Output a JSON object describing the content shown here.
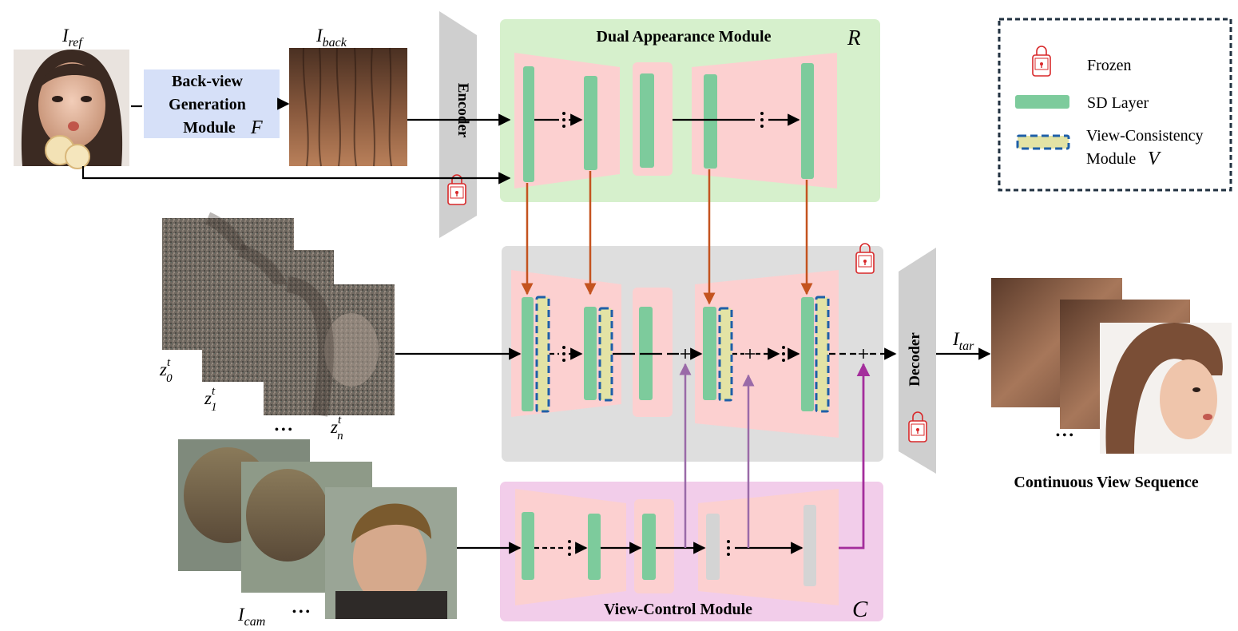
{
  "labels": {
    "i_ref": {
      "base": "I",
      "sub": "ref"
    },
    "i_back": {
      "base": "I",
      "sub": "back"
    },
    "i_tar": {
      "base": "I",
      "sub": "tar"
    },
    "i_cam": {
      "base": "I",
      "sub": "cam"
    },
    "z0": {
      "base": "z",
      "sub": "0",
      "sup": "t"
    },
    "z1": {
      "base": "z",
      "sub": "1",
      "sup": "t"
    },
    "zn": {
      "base": "z",
      "sub": "n",
      "sup": "t"
    },
    "ellipsis": "• • •"
  },
  "back_view_module": {
    "line1": "Back-view",
    "line2": "Generation",
    "line3": "Module",
    "symbol": "F"
  },
  "encoder": {
    "label": "Encoder"
  },
  "decoder": {
    "label": "Decoder"
  },
  "dual_appearance": {
    "title": "Dual Appearance Module",
    "symbol": "R"
  },
  "view_control": {
    "title": "View-Control Module",
    "symbol": "C"
  },
  "output_caption": "Continuous View Sequence",
  "legend": {
    "frozen": "Frozen",
    "sd_layer": "SD Layer",
    "vc_line1": "View-Consistency",
    "vc_line2": "Module",
    "vc_symbol": "V"
  },
  "colors": {
    "sd_green": "#7dcb9c",
    "unet_pink": "#fcd0d0",
    "dual_bg": "#d6f0cc",
    "denoise_bg": "#dedede",
    "control_bg": "#f2cdea",
    "orange_arrow": "#c4531f",
    "purple_arrow": "#9a6aa8",
    "magenta_arrow": "#a42e9c",
    "lock_red": "#d8282a",
    "module_blue": "#d6e0f8",
    "vc_dash": "#1e5fa8",
    "vc_fill": "#e3e3a5"
  }
}
